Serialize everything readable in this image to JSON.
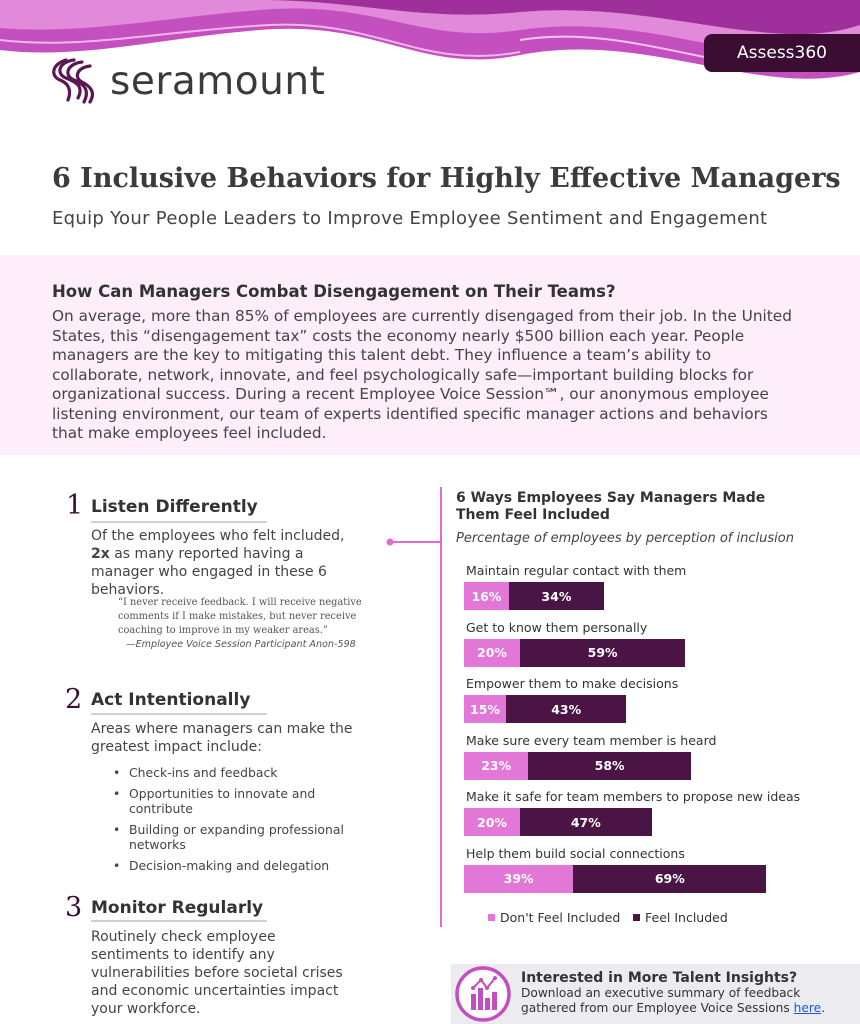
{
  "header": {
    "badge": "Assess360",
    "logo_text": "seramount"
  },
  "title": "6 Inclusive Behaviors for Highly Effective Managers",
  "subtitle": "Equip Your People Leaders to Improve Employee Sentiment and Engagement",
  "intro": {
    "heading": "How Can Managers Combat Disengagement on Their Teams?",
    "body": "On average, more than 85% of employees are currently disengaged from their job. In the United States, this “disengagement tax” costs the economy nearly $500 billion each year. People managers are the key to mitigating this talent debt. They influence a team’s ability to collaborate, network, innovate, and feel psychologically safe—important building blocks for organizational success. During a recent Employee Voice Session℠, our anonymous employee listening environment, our team of experts identified specific manager actions and behaviors that make employees feel included."
  },
  "sections": [
    {
      "number": "1",
      "title": "Listen Differently",
      "body_pre": "Of the employees who felt included, ",
      "body_bold": "2x",
      "body_post": " as many reported having a manager who engaged in these 6 behaviors.",
      "quote": "“I never receive feedback. I will receive negative comments if I make mistakes, but never receive coaching to improve in my weaker areas.”",
      "quote_attr": "—Employee Voice Session Participant Anon-598"
    },
    {
      "number": "2",
      "title": "Act Intentionally",
      "body": "Areas where managers can make the greatest impact include:",
      "bullets": [
        "Check-ins and feedback",
        "Opportunities to innovate and contribute",
        "Building or expanding professional networks",
        "Decision-making and delegation"
      ]
    },
    {
      "number": "3",
      "title": "Monitor Regularly",
      "body": "Routinely check employee sentiments to identify any vulnerabilities before societal crises and economic uncertainties impact your workforce."
    }
  ],
  "chart_data": {
    "type": "bar",
    "orientation": "horizontal",
    "stacked": true,
    "title": "6 Ways Employees Say Managers Made Them Feel Included",
    "subtitle": "Percentage of employees by perception of inclusion",
    "categories": [
      "Maintain regular contact with them",
      "Get to know them personally",
      "Empower them to make decisions",
      "Make sure every team member is heard",
      "Make it safe for team members to propose new ideas",
      "Help them build social connections"
    ],
    "series": [
      {
        "name": "Don't Feel Included",
        "color": "#e377d8",
        "values": [
          16,
          20,
          15,
          23,
          20,
          39
        ]
      },
      {
        "name": "Feel Included",
        "color": "#4a1545",
        "values": [
          34,
          59,
          43,
          58,
          47,
          69
        ]
      }
    ],
    "data_labels": [
      [
        "16%",
        "20%",
        "15%",
        "23%",
        "20%",
        "39%"
      ],
      [
        "34%",
        "59%",
        "43%",
        "58%",
        "47%",
        "69%"
      ]
    ],
    "legend_position": "bottom",
    "grid": false
  },
  "cta": {
    "title": "Interested in More Talent Insights?",
    "body": "Download an executive summary of feedback gathered from our Employee Voice Sessions ",
    "link": "here",
    "end": "."
  },
  "colors": {
    "brand_dark": "#3c0d33",
    "brand_pink": "#e36ad2",
    "intro_bg": "#fdeefa"
  }
}
